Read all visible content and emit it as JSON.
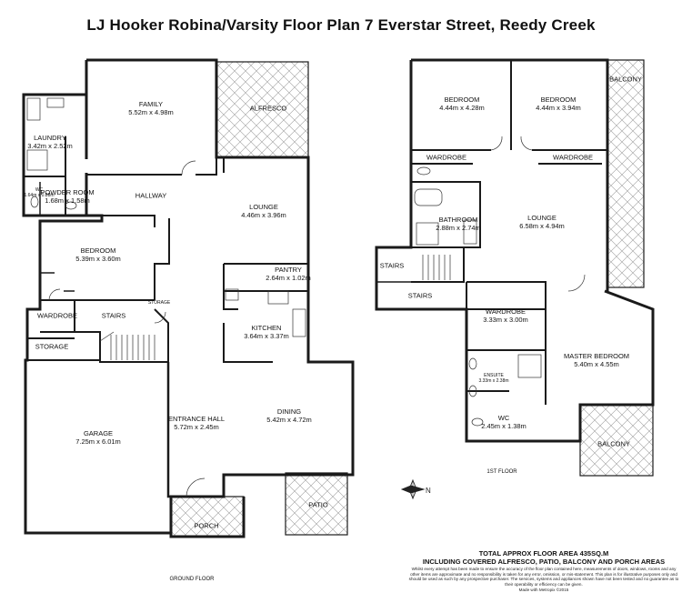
{
  "title": "LJ Hooker Robina/Varsity Floor Plan  7 Everstar Street, Reedy Creek",
  "rooms": {
    "family": {
      "name": "FAMILY",
      "dims": "5.52m x 4.98m"
    },
    "alfresco": {
      "name": "ALFRESCO",
      "dims": ""
    },
    "laundry": {
      "name": "LAUNDRY",
      "dims": "3.42m x 2.52m"
    },
    "wc_ground": {
      "name": "WC",
      "dims": "1.64m x 0.88m"
    },
    "powder": {
      "name": "POWDER ROOM",
      "dims": "1.68m x 1.58m"
    },
    "hallway": {
      "name": "HALLWAY",
      "dims": ""
    },
    "lounge_ground": {
      "name": "LOUNGE",
      "dims": "4.46m x 3.96m"
    },
    "bedroom_ground": {
      "name": "BEDROOM",
      "dims": "5.39m x 3.60m"
    },
    "pantry": {
      "name": "PANTRY",
      "dims": "2.64m x 1.02m"
    },
    "storage_small": {
      "name": "STORAGE",
      "dims": ""
    },
    "wardrobe_ground": {
      "name": "WARDROBE",
      "dims": ""
    },
    "stairs_ground": {
      "name": "STAIRS",
      "dims": ""
    },
    "kitchen": {
      "name": "KITCHEN",
      "dims": "3.64m x 3.37m"
    },
    "storage": {
      "name": "STORAGE",
      "dims": ""
    },
    "garage": {
      "name": "GARAGE",
      "dims": "7.25m x 6.01m"
    },
    "entrance": {
      "name": "ENTRANCE HALL",
      "dims": "5.72m x 2.45m"
    },
    "dining": {
      "name": "DINING",
      "dims": "5.42m x 4.72m"
    },
    "patio": {
      "name": "PATIO",
      "dims": ""
    },
    "porch": {
      "name": "PORCH",
      "dims": ""
    },
    "bedroom1": {
      "name": "BEDROOM",
      "dims": "4.44m x 4.28m"
    },
    "bedroom2": {
      "name": "BEDROOM",
      "dims": "4.44m x 3.94m"
    },
    "balcony_top": {
      "name": "BALCONY",
      "dims": ""
    },
    "wardrobe1": {
      "name": "WARDROBE",
      "dims": ""
    },
    "wardrobe2": {
      "name": "WARDROBE",
      "dims": ""
    },
    "bathroom": {
      "name": "BATHROOM",
      "dims": "2.88m x 2.74m"
    },
    "lounge_first": {
      "name": "LOUNGE",
      "dims": "6.58m x 4.94m"
    },
    "stairs_first1": {
      "name": "STAIRS",
      "dims": ""
    },
    "stairs_first2": {
      "name": "STAIRS",
      "dims": ""
    },
    "wardrobe_master": {
      "name": "WARDROBE",
      "dims": "3.33m x 3.00m"
    },
    "master": {
      "name": "MASTER BEDROOM",
      "dims": "5.40m x 4.55m"
    },
    "ensuite": {
      "name": "ENSUITE",
      "dims": "3.33m x 2.38m"
    },
    "wc_first": {
      "name": "WC",
      "dims": "2.45m x 1.38m"
    },
    "balcony_bottom": {
      "name": "BALCONY",
      "dims": ""
    }
  },
  "floors": {
    "ground": "GROUND FLOOR",
    "first": "1ST FLOOR"
  },
  "footer": {
    "total": "TOTAL APPROX FLOOR AREA 435SQ.M",
    "including": "INCLUDING COVERED ALFRESCO, PATIO, BALCONY AND PORCH AREAS",
    "disclaimer": "Whilst every attempt has been made to ensure the accuracy of the floor plan contained here, measurements of doors, windows, rooms and any other items are approximate and no responsibility is taken for any error, omission, or mis-statement. This plan is for illustrative purposes only and should be used as such by any prospective purchaser. The services, systems and appliances shown have not been tested and no guarantee as to their operability or efficiency can be given.",
    "credit": "Made with Metropix ©2015"
  },
  "colors": {
    "wall": "#1a1a1a",
    "hatch": "#9a9a9a",
    "background": "#ffffff"
  }
}
